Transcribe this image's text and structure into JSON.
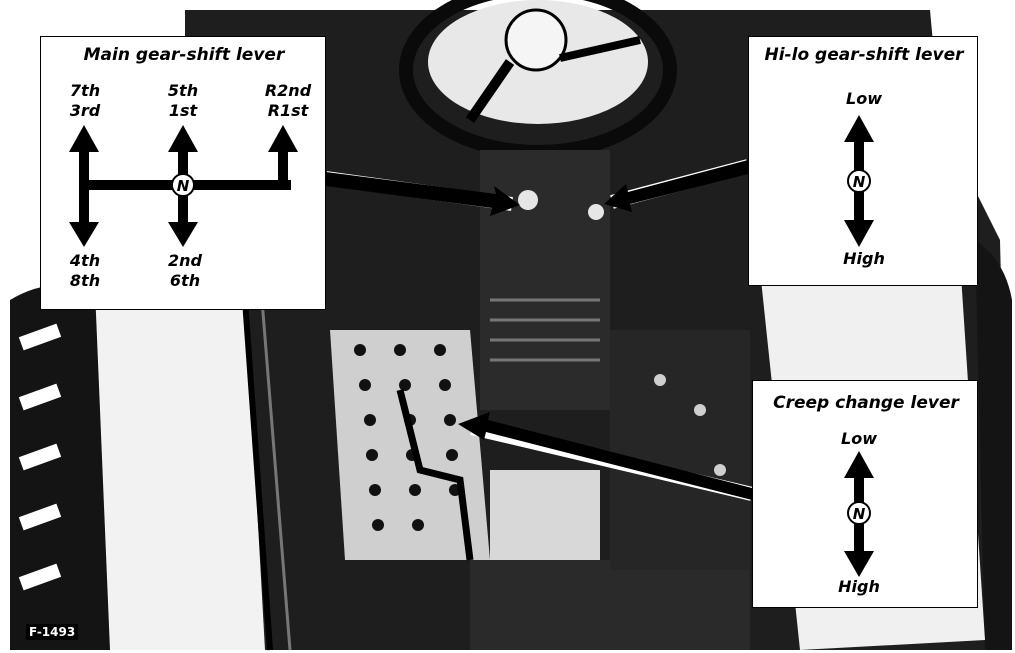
{
  "main_panel": {
    "title": "Main gear-shift lever",
    "top_left": "7th",
    "top_left_2": "3rd",
    "top_mid": "5th",
    "top_mid_2": "1st",
    "top_right": "R2nd",
    "top_right_2": "R1st",
    "bottom_left": "4th",
    "bottom_left_2": "8th",
    "bottom_mid": "2nd",
    "bottom_mid_2": "6th",
    "neutral": "N"
  },
  "hilo_panel": {
    "title": "Hi-lo gear-shift lever",
    "up": "Low",
    "down": "High",
    "neutral": "N"
  },
  "creep_panel": {
    "title": "Creep change lever",
    "up": "Low",
    "down": "High",
    "neutral": "N"
  },
  "figure_code": "F-1493",
  "colors": {
    "ink": "#000000",
    "paper": "#ffffff",
    "mid": "#5a5a5a"
  }
}
